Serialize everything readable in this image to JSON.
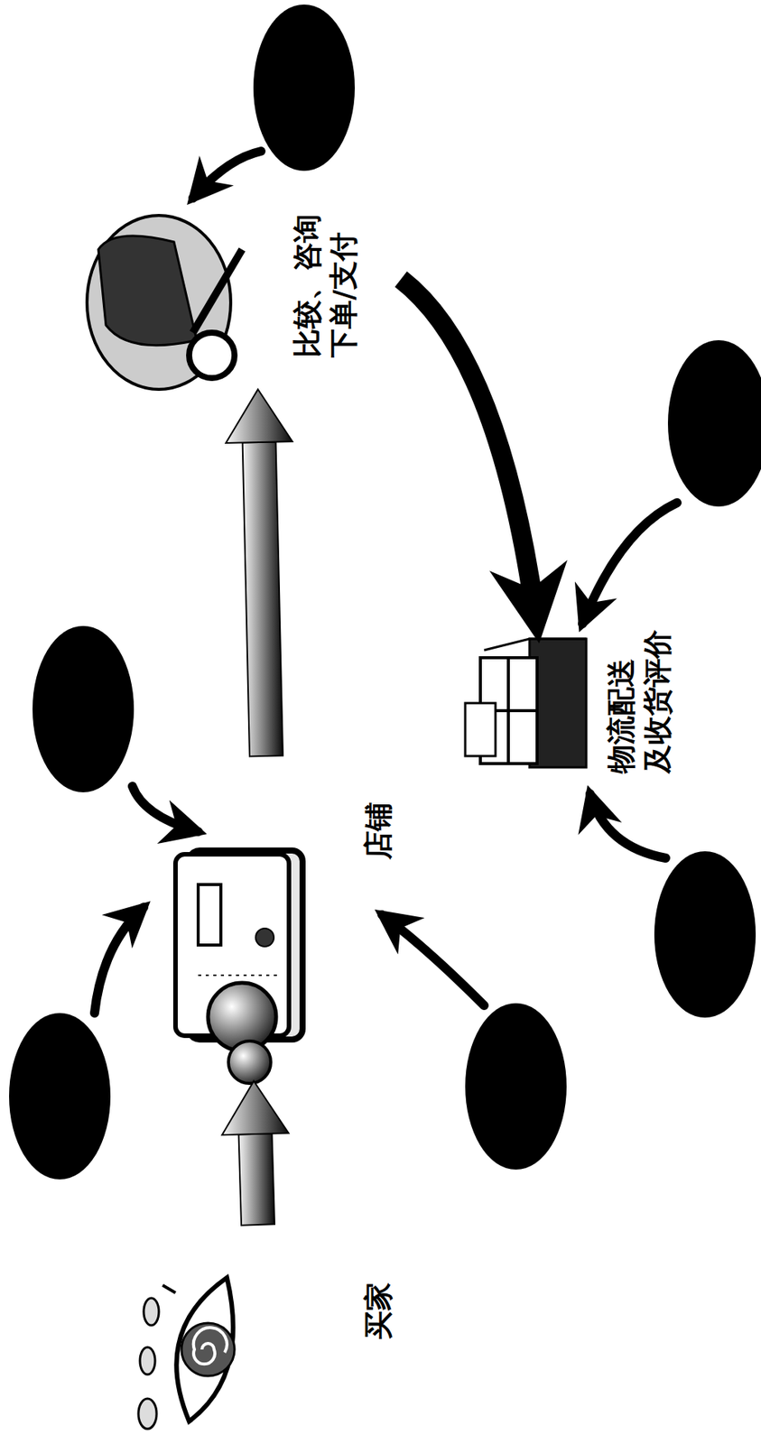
{
  "diagram": {
    "nodes": [
      {
        "text": [
          "买家"
        ]
      },
      {
        "text": [
          "店铺"
        ]
      },
      {
        "text": [
          "比较、咨询 下单/支付"
        ]
      },
      {
        "text": [
          "物流配送 及收货评价"
        ]
      }
    ],
    "edges": [
      {
        "from": 0,
        "to": 1,
        "arrow": "to"
      },
      {
        "from": 1,
        "to": 2,
        "arrow": "to"
      },
      {
        "from": 2,
        "to": 3,
        "arrow": "to"
      }
    ]
  }
}
